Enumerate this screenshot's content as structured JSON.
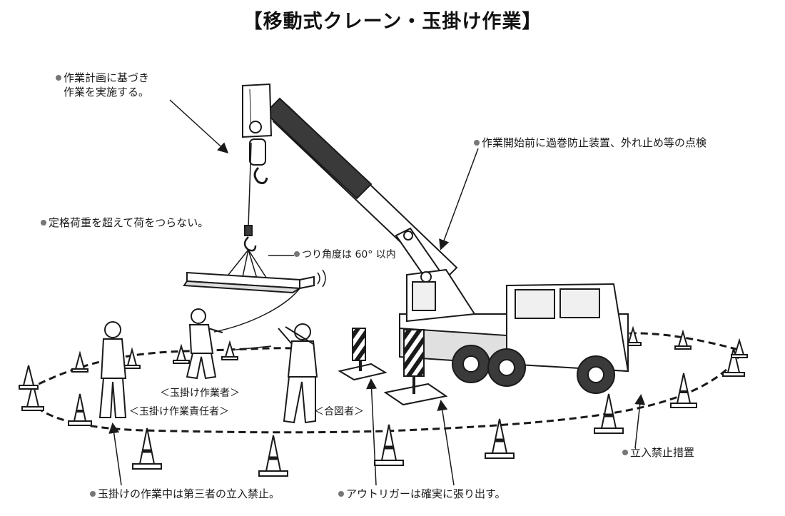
{
  "title": "【移動式クレーン・玉掛け作業】",
  "notes": {
    "plan_line1": "作業計画に基づき",
    "plan_line2": "作業を実施する。",
    "rated_load": "定格荷重を超えて荷をつらない。",
    "sling_angle": "つり角度は 60° 以内",
    "pre_inspection": "作業開始前に過巻防止装置、外れ止め等の点検",
    "no_entry_measure": "立入禁止措置",
    "third_party": "玉掛けの作業中は第三者の立入禁止。",
    "outrigger": "アウトリガーは確実に張り出す。"
  },
  "roles": {
    "rigger": "＜玉掛け作業者＞",
    "rigging_chief": "＜玉掛け作業責任者＞",
    "signaler": "＜合図者＞"
  },
  "colors": {
    "boom_dark": "#3a3a3a",
    "line": "#1a1a1a",
    "bullet": "#777777"
  }
}
